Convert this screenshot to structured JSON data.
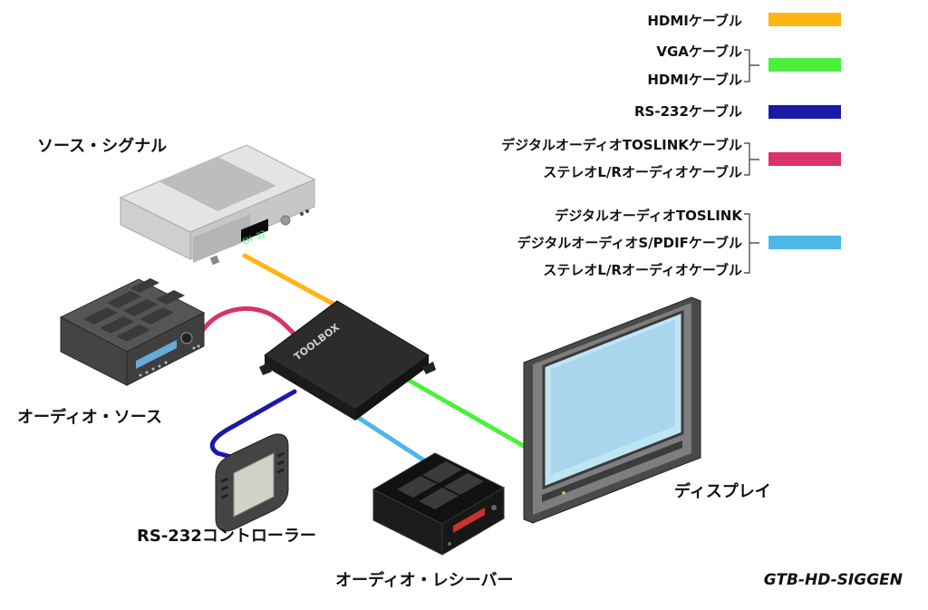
{
  "legend": [
    {
      "lines": [
        "HDMIケーブル"
      ],
      "color": "#FFB414"
    },
    {
      "lines": [
        "VGAケーブル",
        "HDMIケーブル"
      ],
      "color": "#4CF03C"
    },
    {
      "lines": [
        "RS-232ケーブル"
      ],
      "color": "#1A1AA6"
    },
    {
      "lines": [
        "デジタルオーディオTOSLINKケーブル",
        "ステレオL/Rオーディオケーブル"
      ],
      "color": "#D8336A"
    },
    {
      "lines": [
        "デジタルオーディオTOSLINK",
        "デジタルオーディオS/PDIFケーブル",
        "ステレオL/Rオーディオケーブル"
      ],
      "color": "#4DB8E8"
    }
  ],
  "devices": {
    "source_signal": "ソース・シグナル",
    "audio_source": "オーディオ・ソース",
    "controller": "RS-232コントローラー",
    "audio_receiver": "オーディオ・レシーバー",
    "display": "ディスプレイ"
  },
  "screen_text": {
    "channel_display": "CH 32",
    "toolbox_logo": "TOOLBOX"
  },
  "model": "GTB-HD-SIGGEN"
}
